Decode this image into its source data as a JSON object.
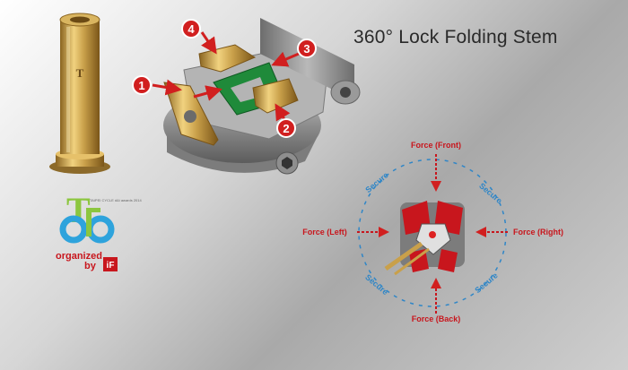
{
  "title": "360° Lock Folding Stem",
  "callouts": [
    {
      "number": "1"
    },
    {
      "number": "2"
    },
    {
      "number": "3"
    },
    {
      "number": "4"
    }
  ],
  "forces": {
    "front": "Force (Front)",
    "back": "Force (Back)",
    "left": "Force (Left)",
    "right": "Force (Right)"
  },
  "secure_label": "Secure",
  "award": {
    "small_caption": "TAIPEI CYCLE d&i awards 2014",
    "organized": "organized",
    "by": "by",
    "if_mark": "iF"
  },
  "colors": {
    "gold": "#c9a04a",
    "callout_red": "#d11f1f",
    "force_red": "#c8161d",
    "green": "#1f8a3a",
    "circle_blue": "#2f86c7",
    "logo_green": "#8cc63f",
    "logo_blue": "#2ea3dc"
  }
}
